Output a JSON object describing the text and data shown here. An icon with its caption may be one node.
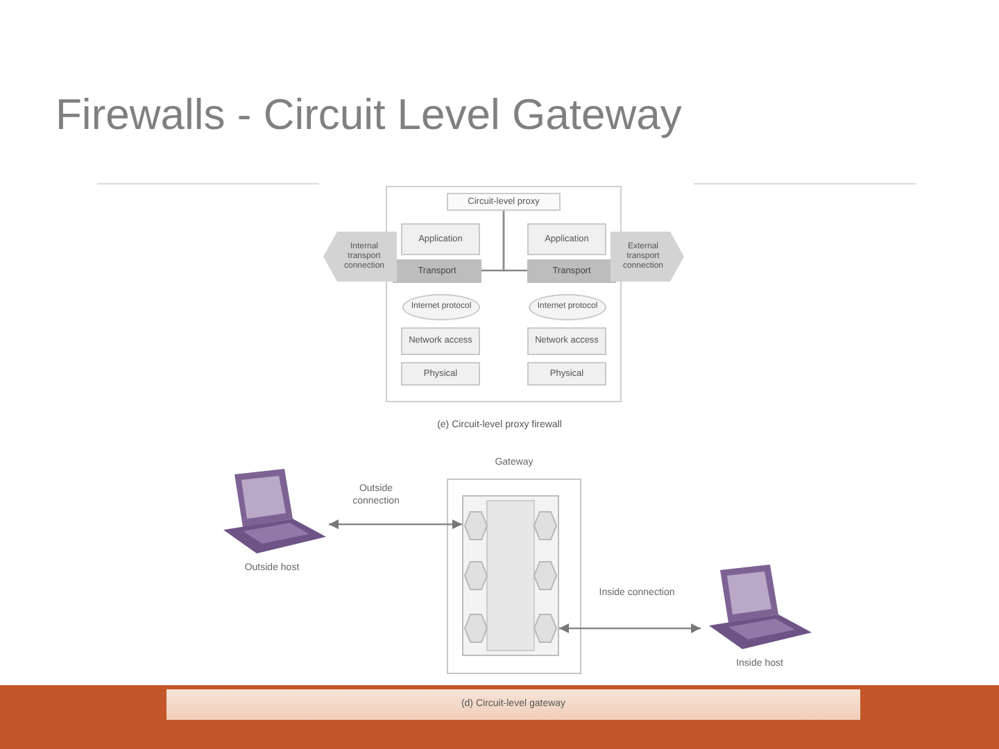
{
  "diagram": {
    "title": "Firewalls - Circuit Level Gateway",
    "nodes": [
      {
        "text": [],
        "shape": "box"
      },
      {
        "text": [
          "Circuit-level proxy"
        ],
        "in": 0
      },
      {
        "text": [
          "Application"
        ],
        "in": 0
      },
      {
        "text": [
          "Transport"
        ],
        "in": 0
      },
      {
        "text": [
          "Internet protocol"
        ],
        "in": 0
      },
      {
        "text": [
          "Network access"
        ],
        "in": 0
      },
      {
        "text": [
          "Physical"
        ],
        "in": 0
      },
      {
        "text": [
          "Application"
        ],
        "in": 0
      },
      {
        "text": [
          "Transport"
        ],
        "in": 0
      },
      {
        "text": [
          "Internet protocol"
        ],
        "in": 0
      },
      {
        "text": [
          "Network access"
        ],
        "in": 0
      },
      {
        "text": [
          "Physical"
        ],
        "in": 0
      },
      {
        "text": [
          "Internal transport connection"
        ]
      },
      {
        "text": [
          "External transport connection"
        ]
      },
      {
        "text": [],
        "shape": "picture",
        "beside": [
          "Outside host"
        ]
      },
      {
        "text": [
          "Gateway"
        ]
      },
      {
        "text": [],
        "shape": "box",
        "in": 15
      },
      {
        "text": [],
        "shape": "picture",
        "beside": [
          "Inside host"
        ]
      }
    ],
    "edges": [
      {
        "from": 1,
        "to": 3,
        "arrow": "none"
      },
      {
        "from": 1,
        "to": 8,
        "arrow": "none"
      },
      {
        "from": 14,
        "to": 16,
        "arrow": "both",
        "label": "Outside connection"
      },
      {
        "from": 17,
        "to": 16,
        "arrow": "both",
        "label": "Inside connection"
      }
    ],
    "labels": [
      "(e) Circuit-level proxy firewall",
      "(d) Circuit-level gateway"
    ]
  }
}
